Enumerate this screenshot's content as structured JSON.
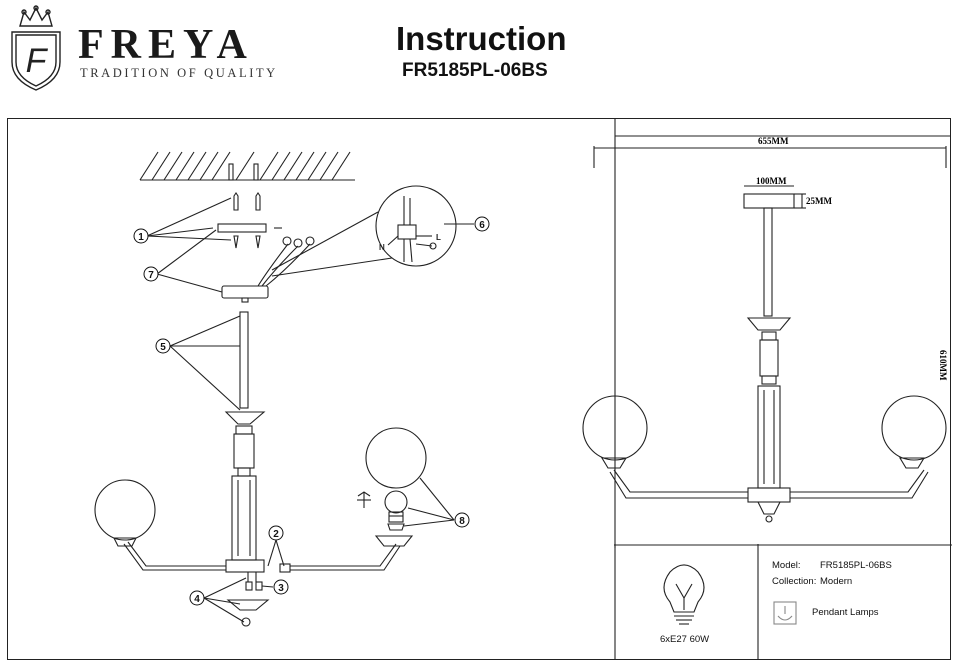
{
  "header": {
    "brand": "FREYA",
    "tagline": "TRADITION OF QUALITY",
    "title": "Instruction",
    "model_code": "FR5185PL-06BS"
  },
  "assembly": {
    "callouts": [
      "1",
      "2",
      "3",
      "4",
      "5",
      "6",
      "7",
      "8"
    ],
    "wire_labels": {
      "n": "N",
      "l": "L"
    }
  },
  "dimensions": {
    "width": "655MM",
    "canopy_diameter": "100MM",
    "canopy_height": "25MM",
    "height": "610MM"
  },
  "info_panel": {
    "bulb_spec": "6xE27 60W",
    "model_label": "Model:",
    "model_value": "FR5185PL-06BS",
    "collection_label": "Collection:",
    "collection_value": "Modern",
    "type_value": "Pendant Lamps"
  }
}
